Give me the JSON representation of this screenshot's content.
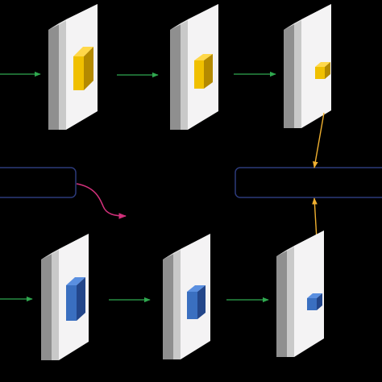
{
  "diagram": {
    "colors": {
      "background": "#000000",
      "plate_front": "#f4f3f4",
      "plate_side_dark": "#8f8f8f",
      "plate_side_light": "#c9c9c9",
      "plate_edge": "#e3e3e3",
      "feature_yellow": "#f0c000",
      "feature_yellow_side": "#b48a00",
      "feature_blue": "#3a6fc0",
      "feature_blue_side": "#23468a",
      "arrow_green": "#2fa84f",
      "arrow_orange": "#f0b030",
      "arrow_magenta": "#d0307a",
      "box_border": "#2c3a7a"
    },
    "rows": [
      {
        "name": "top-row",
        "feature_color": "yellow",
        "stages": 3
      },
      {
        "name": "bottom-row",
        "feature_color": "blue",
        "stages": 3
      }
    ],
    "boxes": [
      {
        "name": "left-label-box",
        "text": ""
      },
      {
        "name": "right-label-box",
        "text": ""
      }
    ]
  }
}
